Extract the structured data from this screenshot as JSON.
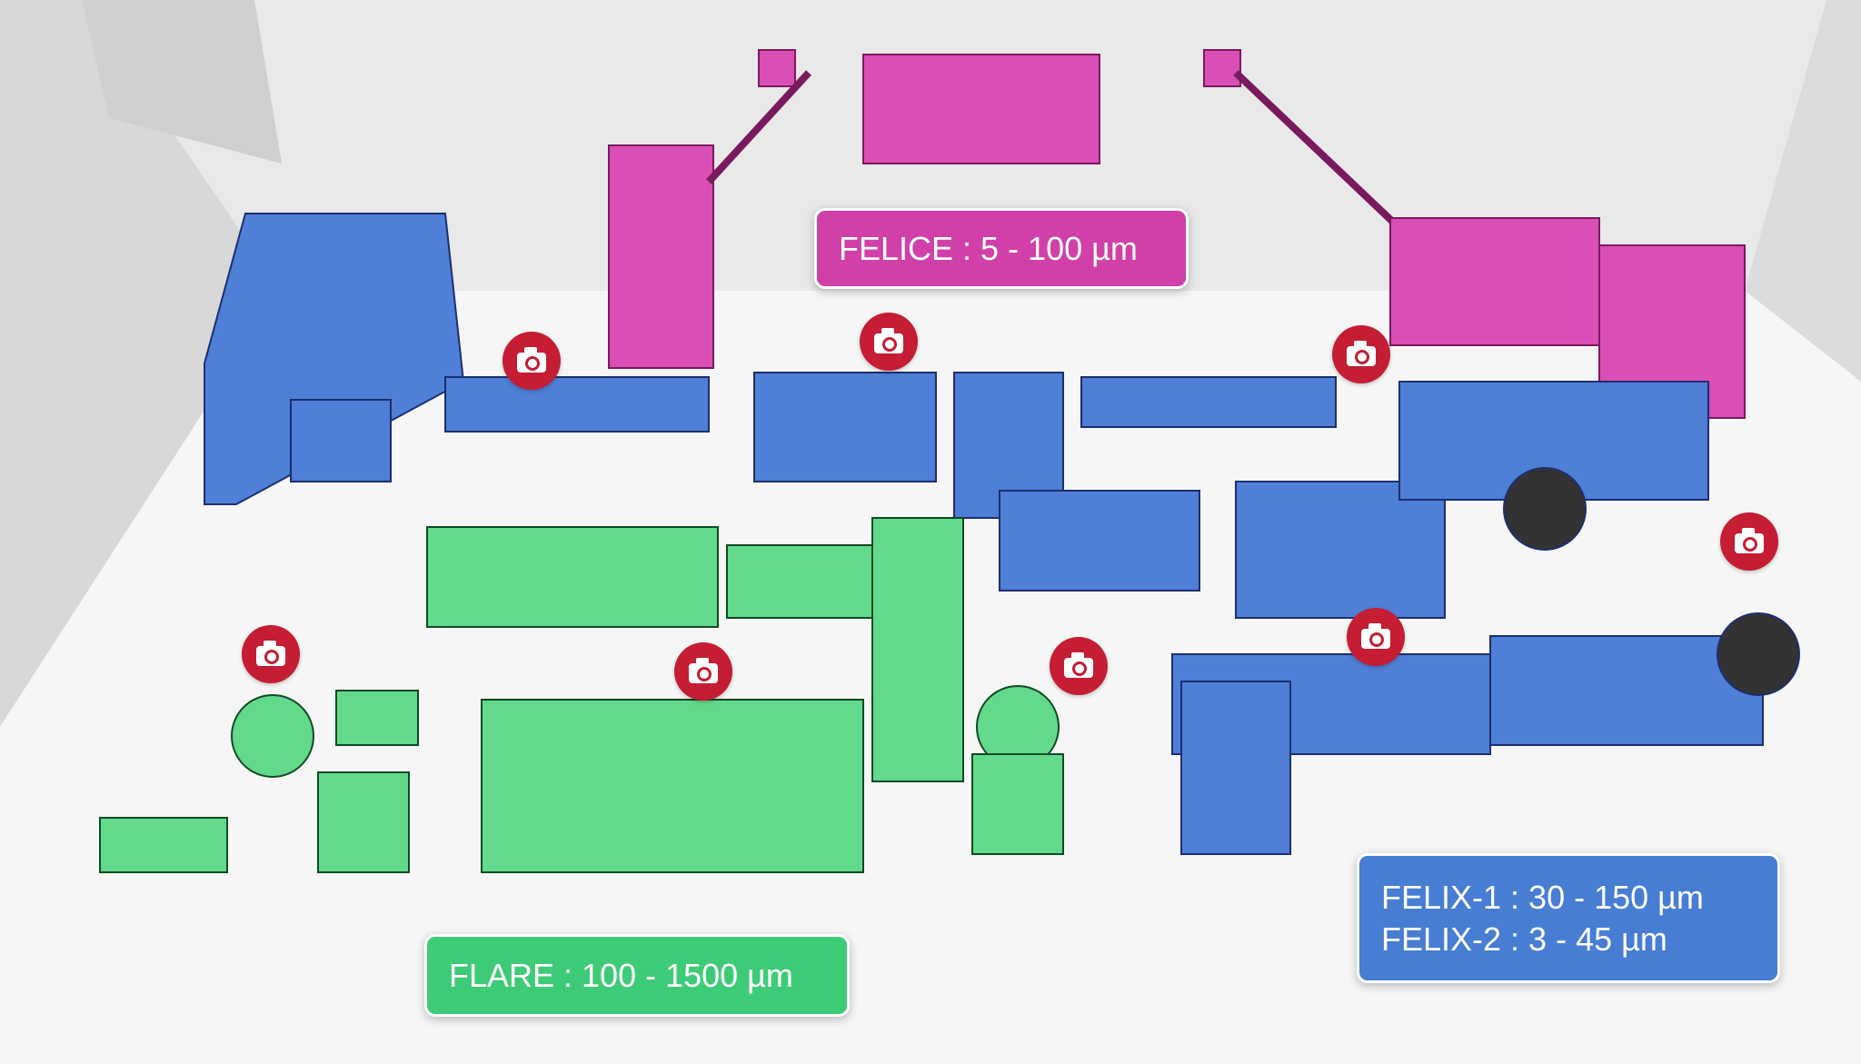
{
  "labels": {
    "felice": "FELICE : 5 - 100 µm",
    "flare": "FLARE : 100 - 1500 µm",
    "felix1": "FELIX-1 : 30 - 150 µm",
    "felix2": "FELIX-2 : 3 - 45 µm"
  },
  "colors": {
    "felice": "#d040a8",
    "flare": "#3ecb78",
    "felix": "#477dd3",
    "camera": "#c41d34"
  },
  "cameras": [
    "camera-icon",
    "camera-icon",
    "camera-icon",
    "camera-icon",
    "camera-icon",
    "camera-icon",
    "camera-icon",
    "camera-icon"
  ]
}
